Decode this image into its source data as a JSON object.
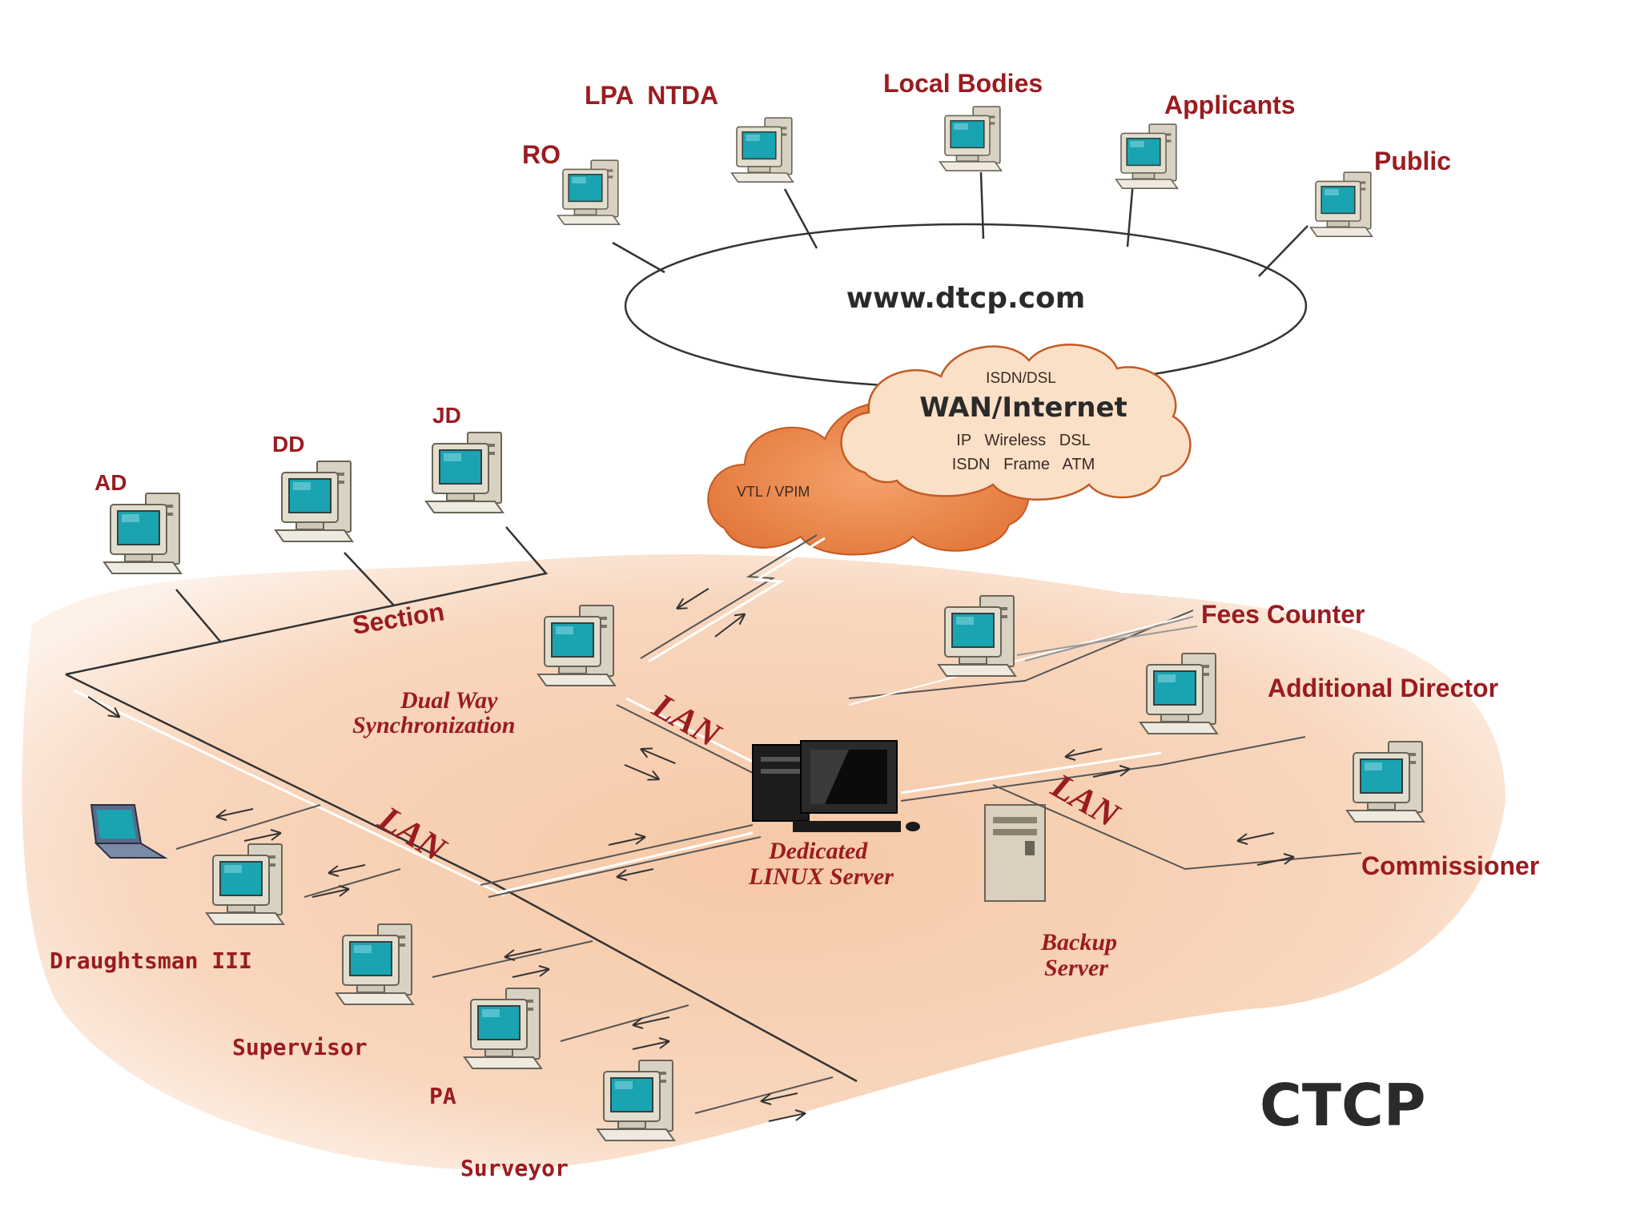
{
  "diagram": {
    "title": "CTCP",
    "web_node": "www.dtcp.com",
    "wan": {
      "header": "ISDN/DSL",
      "title": "WAN/Internet",
      "line1": "IP   Wireless   DSL",
      "line2": "ISDN   Frame   ATM",
      "side_label": "VTL / VPIM"
    },
    "top_nodes": [
      {
        "id": "ro",
        "label": "RO"
      },
      {
        "id": "lpa",
        "label": "LPA  NTDA"
      },
      {
        "id": "local",
        "label": "Local Bodies"
      },
      {
        "id": "applicants",
        "label": "Applicants"
      },
      {
        "id": "public",
        "label": "Public"
      }
    ],
    "section": {
      "label": "Section",
      "nodes": [
        {
          "id": "ad",
          "label": "AD"
        },
        {
          "id": "dd",
          "label": "DD"
        },
        {
          "id": "jd",
          "label": "JD"
        }
      ]
    },
    "dual_way": {
      "line1": "Dual Way",
      "line2": "Synchronization"
    },
    "lan_label": "LAN",
    "server": {
      "line1": "Dedicated",
      "line2": "LINUX Server"
    },
    "backup": {
      "line1": "Backup",
      "line2": "Server"
    },
    "right_nodes": [
      {
        "id": "fees",
        "label": "Fees Counter"
      },
      {
        "id": "addl",
        "label": "Additional Director"
      },
      {
        "id": "comm",
        "label": "Commissioner"
      }
    ],
    "left_nodes": [
      {
        "id": "draughtsman",
        "label": "Draughtsman III"
      },
      {
        "id": "supervisor",
        "label": "Supervisor"
      },
      {
        "id": "pa",
        "label": "PA"
      },
      {
        "id": "surveyor",
        "label": "Surveyor"
      }
    ],
    "colors": {
      "label_red": "#9a1c20",
      "peach_area": "#f7d3b8",
      "cloud_orange": "#ee8a4a",
      "cloud_light": "#fbe0c8",
      "screen_teal": "#1aa3b0"
    }
  }
}
